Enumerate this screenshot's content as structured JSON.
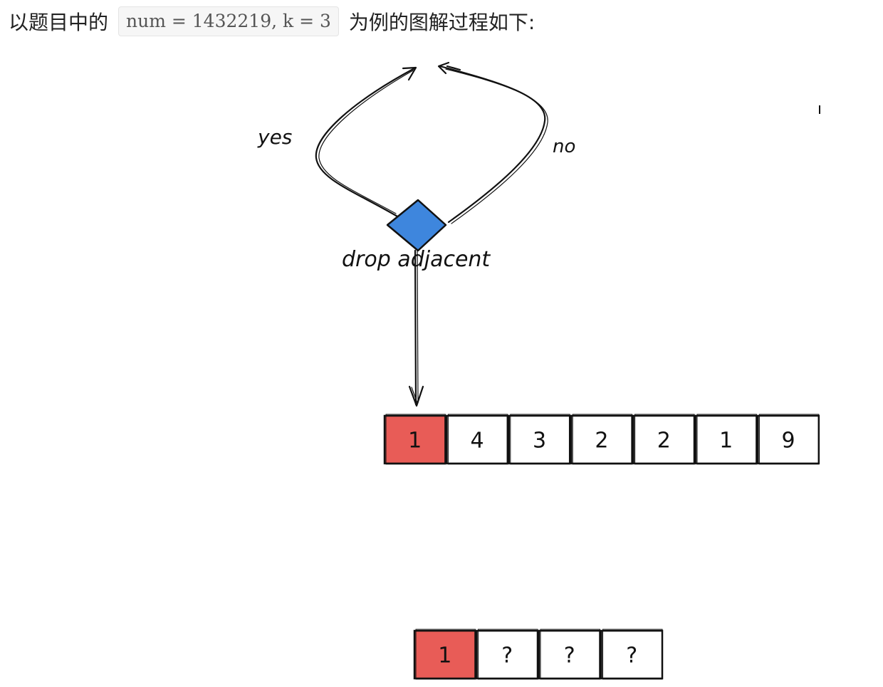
{
  "intro": {
    "before": "以题目中的",
    "code": "num = 1432219,  k = 3",
    "after": "为例的图解过程如下:"
  },
  "diagram": {
    "decision_label": "drop adjacent",
    "yes_label": "yes",
    "no_label": "no",
    "input_digits": [
      "1",
      "4",
      "3",
      "2",
      "2",
      "1",
      "9"
    ],
    "result_digits": [
      "1",
      "?",
      "?",
      "?"
    ],
    "highlight_index": 0,
    "colors": {
      "highlight": "#e85c57",
      "diamond": "#3e86dd",
      "stroke": "#111111",
      "cell": "#ffffff"
    }
  }
}
